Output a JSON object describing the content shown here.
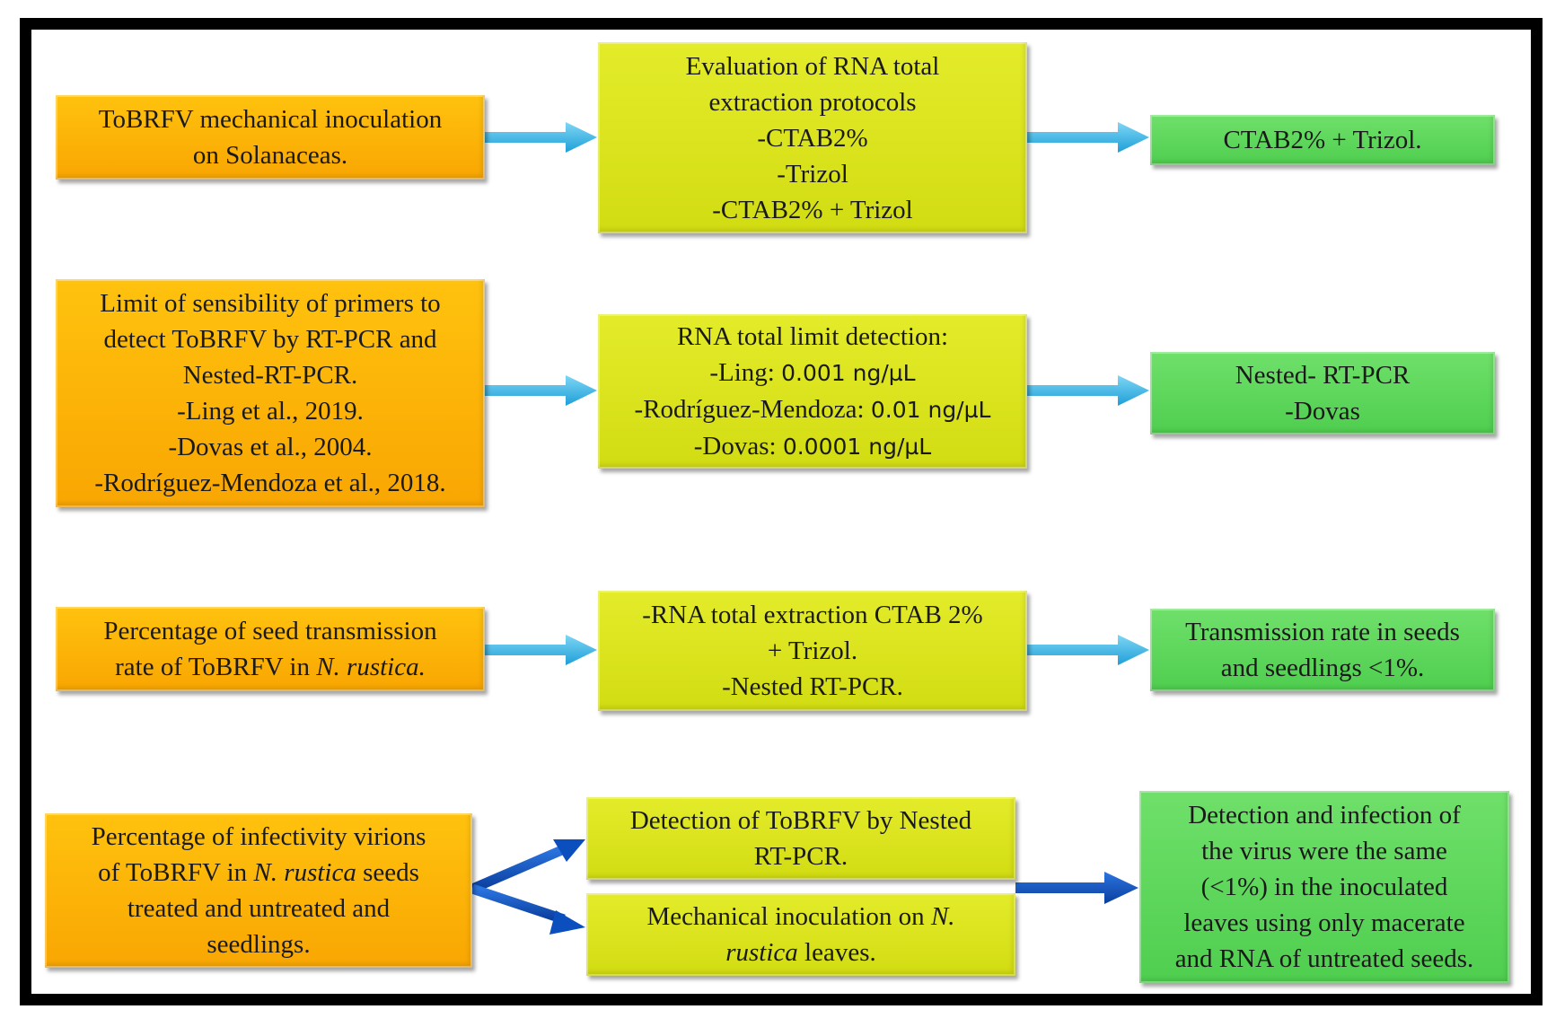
{
  "rows": [
    {
      "input": {
        "lines": [
          [
            "ToBRFV mechanical inoculation"
          ],
          [
            "on Solanaceas."
          ]
        ]
      },
      "method": {
        "lines": [
          [
            "Evaluation of RNA total"
          ],
          [
            "extraction protocols"
          ],
          [
            "-CTAB2%"
          ],
          [
            "-Trizol"
          ],
          [
            "-CTAB2% + Trizol"
          ]
        ]
      },
      "result": {
        "lines": [
          [
            "CTAB2% + Trizol."
          ]
        ]
      }
    },
    {
      "input": {
        "lines": [
          [
            "Limit of sensibility of primers to"
          ],
          [
            "detect ToBRFV by RT-PCR and"
          ],
          [
            "Nested-RT-PCR."
          ],
          [
            "-Ling et al., 2019."
          ],
          [
            "-Dovas et al., 2004."
          ],
          [
            "-Rodríguez-Mendoza et al., 2018."
          ]
        ]
      },
      "method": {
        "lines": [
          [
            "RNA total limit detection:"
          ],
          [
            "-Ling: ",
            "0.001 ng/µL"
          ],
          [
            "-Rodríguez-Mendoza: ",
            "0.01 ng/µL"
          ],
          [
            "-Dovas: ",
            "0.0001 ng/µL"
          ]
        ]
      },
      "result": {
        "lines": [
          [
            "Nested- RT-PCR"
          ],
          [
            "-Dovas"
          ]
        ]
      }
    },
    {
      "input": {
        "lines": [
          [
            "Percentage of seed transmission"
          ],
          [
            "rate of ToBRFV in ",
            "N. rustica."
          ]
        ]
      },
      "method": {
        "lines": [
          [
            "-RNA total extraction CTAB 2%"
          ],
          [
            "+ Trizol."
          ],
          [
            "-Nested RT-PCR."
          ]
        ]
      },
      "result": {
        "lines": [
          [
            "Transmission rate in seeds"
          ],
          [
            "and seedlings <1%."
          ]
        ]
      }
    },
    {
      "input": {
        "lines": [
          [
            "Percentage of infectivity virions"
          ],
          [
            "of ToBRFV in ",
            "N. rustica",
            " seeds"
          ],
          [
            "treated and untreated and"
          ],
          [
            "seedlings."
          ]
        ]
      },
      "method_a": {
        "lines": [
          [
            "Detection of ToBRFV by Nested"
          ],
          [
            "RT-PCR."
          ]
        ]
      },
      "method_b": {
        "lines": [
          [
            "Mechanical inoculation on ",
            "N."
          ],
          [
            "rustica",
            " leaves."
          ]
        ]
      },
      "result": {
        "lines": [
          [
            "Detection and infection of"
          ],
          [
            "the virus were the same"
          ],
          [
            "(<1%) in the inoculated"
          ],
          [
            "leaves using only macerate"
          ],
          [
            "and RNA of untreated seeds."
          ]
        ]
      }
    }
  ],
  "colors": {
    "input_box": "#f9a602",
    "method_box": "#d2dc12",
    "result_box": "#4fce4f",
    "arrow_light": "#29abe2",
    "arrow_dark": "#0b4fbf",
    "frame": "#000000"
  }
}
